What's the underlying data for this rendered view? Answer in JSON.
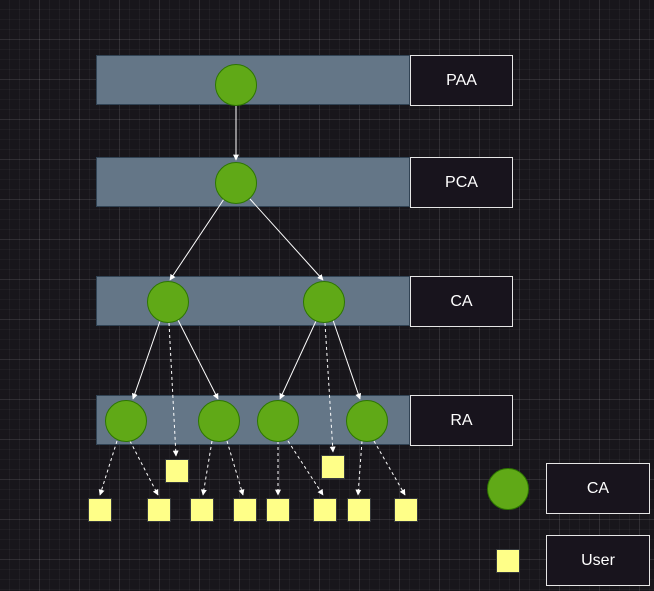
{
  "levels": {
    "paa": "PAA",
    "pca": "PCA",
    "ca": "CA",
    "ra": "RA"
  },
  "legend": {
    "ca_label": "CA",
    "user_label": "User"
  },
  "colors": {
    "background": "#18161b",
    "band_fill": "#647687",
    "ca_node_fill": "#60a917",
    "user_fill": "#ffff88",
    "label_box_fill": "#18141d",
    "label_box_border": "#e6e6e6",
    "edge": "#ffffff"
  }
}
